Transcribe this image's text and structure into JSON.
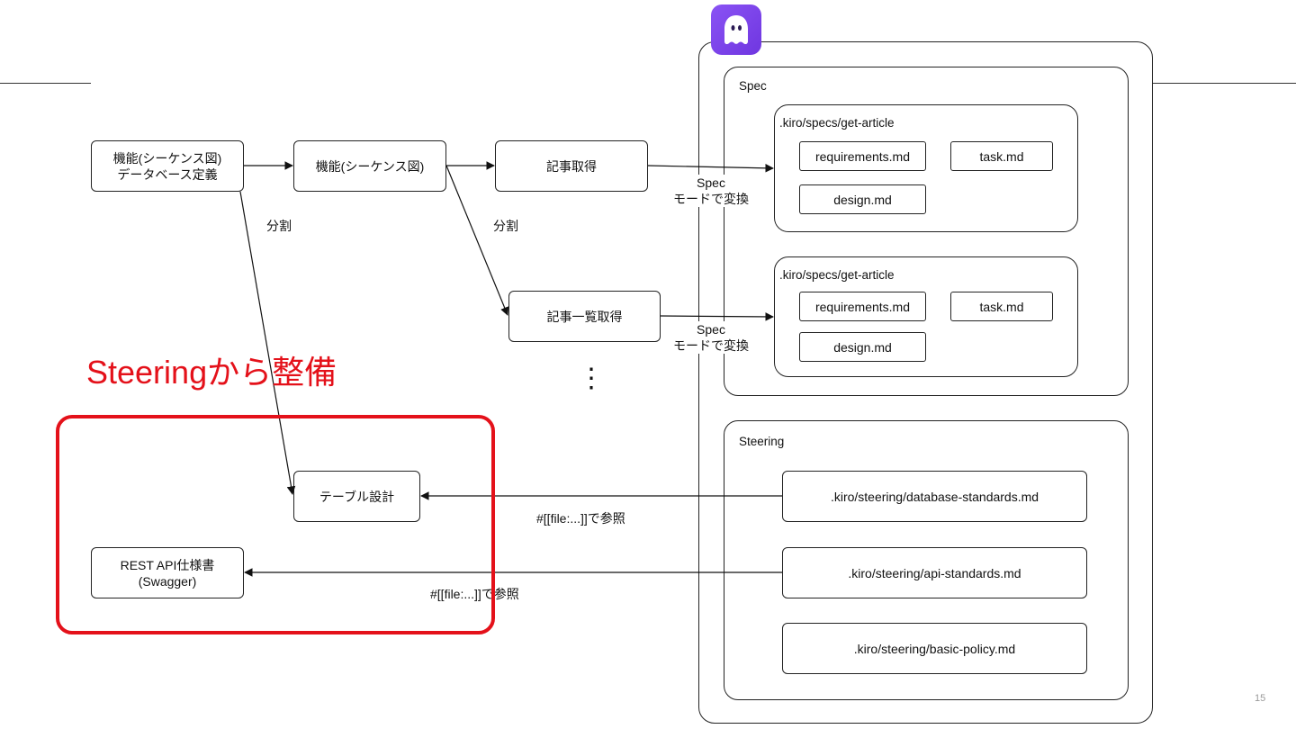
{
  "colors": {
    "accent_red": "#e4111a",
    "ghost_purple": "#7b42ec",
    "line": "#222222"
  },
  "logo": {
    "icon": "ghost-icon"
  },
  "flow": {
    "box_feature_db": "機能(シーケンス図)\nデータベース定義",
    "box_feature": "機能(シーケンス図)",
    "box_get_article": "記事取得",
    "box_get_article_list": "記事一覧取得",
    "box_table_design": "テーブル設計",
    "box_rest_api": "REST API仕様書\n(Swagger)",
    "label_split_1": "分割",
    "label_split_2": "分割",
    "label_spec_convert_1": "Spec\nモードで変換",
    "label_spec_convert_2": "Spec\nモードで変換",
    "label_ref_1": "#[[file:...]]で参照",
    "label_ref_2": "#[[file:...]]で参照",
    "continuation": "⋮"
  },
  "spec_panel": {
    "title": "Spec",
    "groups": [
      {
        "path": ".kiro/specs/get-article",
        "requirements": "requirements.md",
        "task": "task.md",
        "design": "design.md"
      },
      {
        "path": ".kiro/specs/get-article",
        "requirements": "requirements.md",
        "task": "task.md",
        "design": "design.md"
      }
    ]
  },
  "steering_panel": {
    "title": "Steering",
    "files": [
      ".kiro/steering/database-standards.md",
      ".kiro/steering/api-standards.md",
      ".kiro/steering/basic-policy.md"
    ]
  },
  "callout": {
    "title": "Steeringから整備"
  },
  "page_number": "15"
}
